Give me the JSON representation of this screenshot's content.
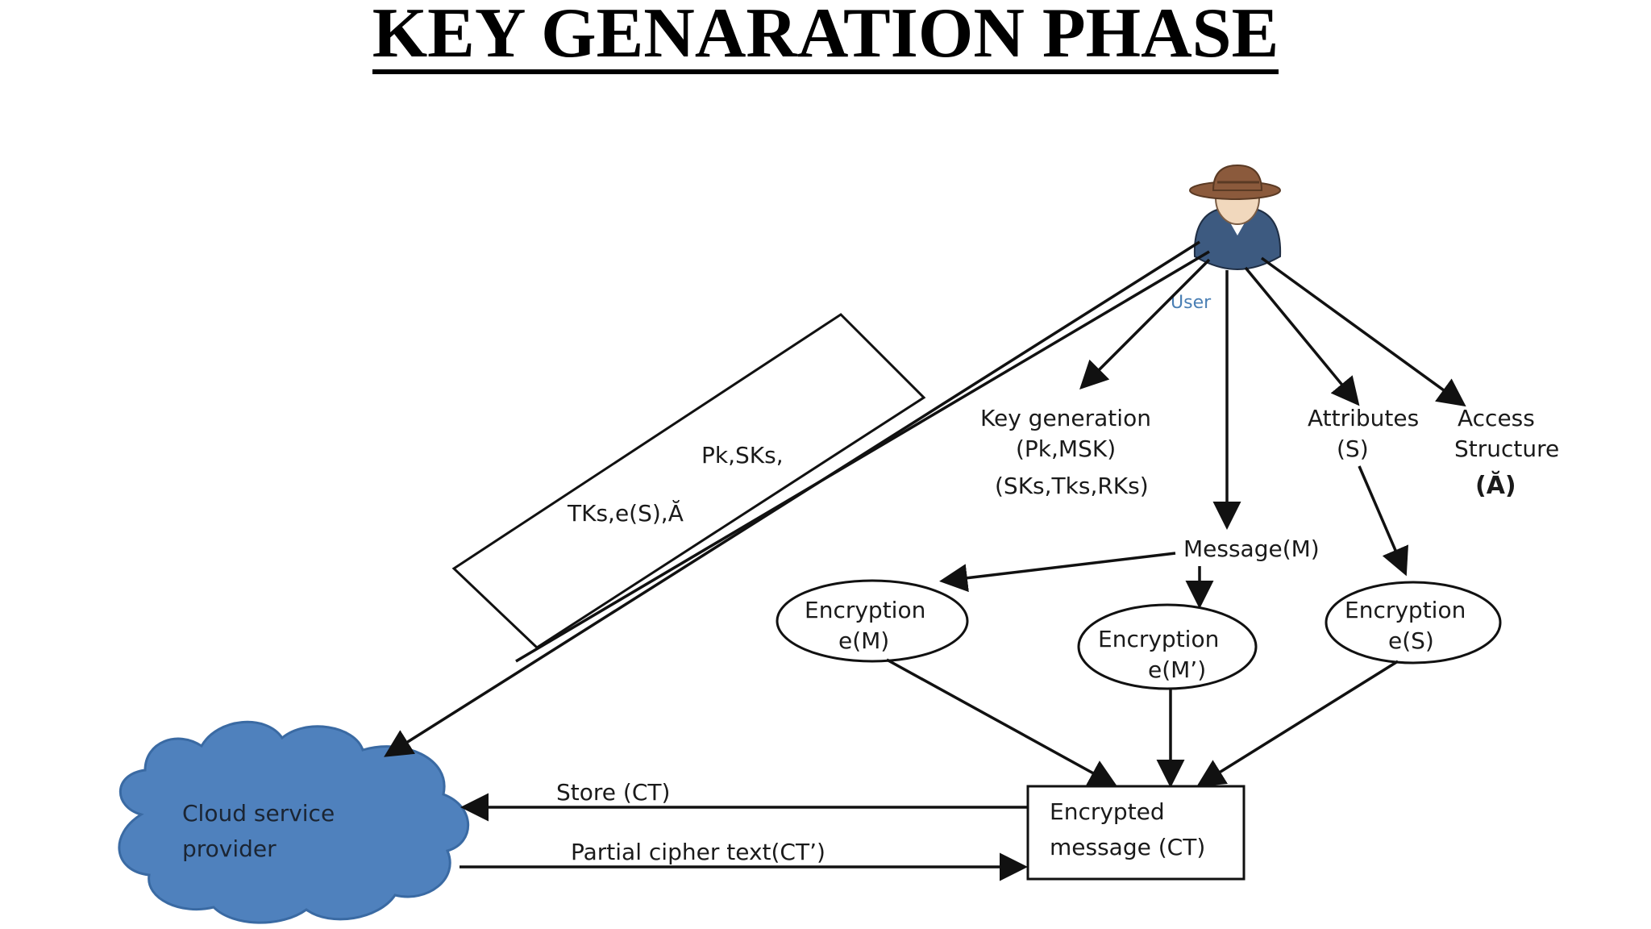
{
  "title": "KEY GENARATION PHASE",
  "actors": {
    "user": "User",
    "cloud": [
      "Cloud service",
      "provider"
    ]
  },
  "channel_box": {
    "line1": "Pk,SKs,",
    "line2": "TKs,e(S),Ă"
  },
  "key_generation": [
    "Key generation",
    "(Pk,MSK)",
    "(SKs,Tks,RKs)"
  ],
  "attributes": [
    "Attributes",
    "(S)"
  ],
  "access_structure": [
    "Access",
    "Structure",
    "(Ă)"
  ],
  "message": "Message(M)",
  "encryption_m": [
    "Encryption",
    "e(M)"
  ],
  "encryption_m_prime": [
    "Encryption",
    "e(M’)"
  ],
  "encryption_s": [
    "Encryption",
    "e(S)"
  ],
  "encrypted_message": [
    "Encrypted",
    "message (CT)"
  ],
  "edges": {
    "store": "Store (CT)",
    "partial": "Partial cipher text(CT’)"
  },
  "colors": {
    "cloud_fill": "#4f81bd",
    "user_label": "#4a7fb4",
    "user_body": "#3d5a80",
    "hat": "#8b5a3c"
  }
}
